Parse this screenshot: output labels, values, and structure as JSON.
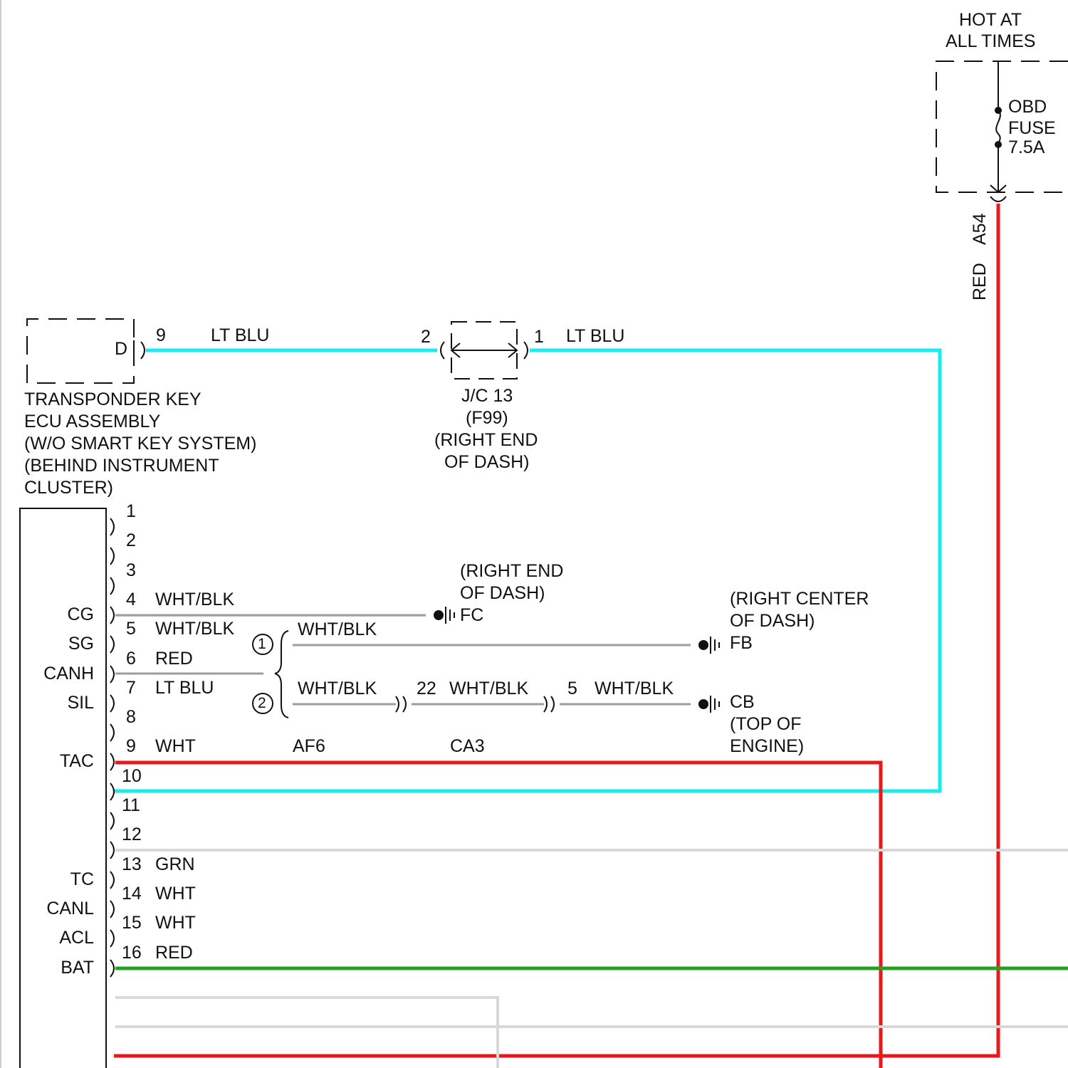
{
  "colors": {
    "lt_blu": "#19ecec",
    "red": "#e8181c",
    "grn": "#22a21e",
    "wht": "#d9d9d9",
    "wht_blk": "#9d9d9d",
    "line": "#111111"
  },
  "power": {
    "label_line1": "HOT AT",
    "label_line2": "ALL TIMES",
    "fuse_line1": "OBD",
    "fuse_line2": "FUSE",
    "fuse_line3": "7.5A",
    "connector": "A54",
    "wire_color": "RED"
  },
  "transponder": {
    "connector": "D",
    "pin": "9",
    "wire": "LT BLU",
    "name_line1": "TRANSPONDER KEY",
    "name_line2": "ECU ASSEMBLY",
    "name_line3": "(W/O SMART KEY SYSTEM)",
    "name_line4": "(BEHIND INSTRUMENT",
    "name_line5": "CLUSTER)"
  },
  "junction": {
    "pin_left": "2",
    "pin_right": "1",
    "wire_right": "LT BLU",
    "name_line1": "J/C 13",
    "name_line2": "(F99)",
    "name_line3": "(RIGHT END",
    "name_line4": "OF DASH)"
  },
  "grounds": {
    "fc_loc1": "(RIGHT END",
    "fc_loc2": "OF DASH)",
    "fc": "FC",
    "fb_loc1": "(RIGHT CENTER",
    "fb_loc2": "OF DASH)",
    "fb": "FB",
    "cb": "CB",
    "cb_loc1": "(TOP OF",
    "cb_loc2": "ENGINE)"
  },
  "splice": {
    "branch1": "1",
    "branch2": "2",
    "wire1": "WHT/BLK",
    "wire2": "WHT/BLK",
    "conn_pin1": "22",
    "wire3": "WHT/BLK",
    "conn_pin2": "5",
    "wire4": "WHT/BLK",
    "conn_label1": "AF6",
    "conn_label2": "CA3"
  },
  "dlc_pins": [
    {
      "num": "1",
      "sig": "",
      "wire": ""
    },
    {
      "num": "2",
      "sig": "",
      "wire": ""
    },
    {
      "num": "3",
      "sig": "",
      "wire": ""
    },
    {
      "num": "4",
      "sig": "CG",
      "wire": "WHT/BLK"
    },
    {
      "num": "5",
      "sig": "SG",
      "wire": "WHT/BLK"
    },
    {
      "num": "6",
      "sig": "CANH",
      "wire": "RED"
    },
    {
      "num": "7",
      "sig": "SIL",
      "wire": "LT BLU"
    },
    {
      "num": "8",
      "sig": "",
      "wire": ""
    },
    {
      "num": "9",
      "sig": "TAC",
      "wire": "WHT"
    },
    {
      "num": "10",
      "sig": "",
      "wire": ""
    },
    {
      "num": "11",
      "sig": "",
      "wire": ""
    },
    {
      "num": "12",
      "sig": "",
      "wire": ""
    },
    {
      "num": "13",
      "sig": "TC",
      "wire": "GRN"
    },
    {
      "num": "14",
      "sig": "CANL",
      "wire": "WHT"
    },
    {
      "num": "15",
      "sig": "ACL",
      "wire": "WHT"
    },
    {
      "num": "16",
      "sig": "BAT",
      "wire": "RED"
    }
  ]
}
